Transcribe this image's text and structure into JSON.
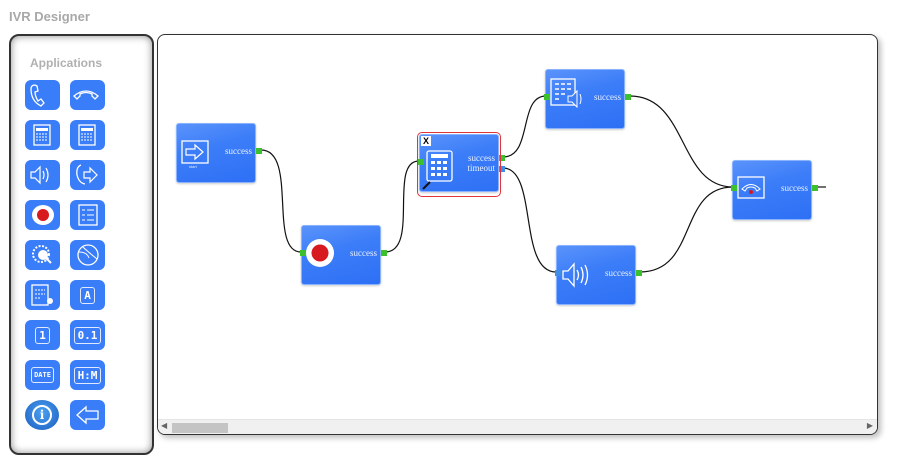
{
  "app_title": "IVR Designer",
  "palette": {
    "title": "Applications",
    "items": [
      {
        "icon": "phone-answer-icon"
      },
      {
        "icon": "phone-hangup-icon"
      },
      {
        "icon": "calculator-icon"
      },
      {
        "icon": "calculator-alt-icon"
      },
      {
        "icon": "speaker-icon"
      },
      {
        "icon": "phone-transfer-icon"
      },
      {
        "icon": "record-icon"
      },
      {
        "icon": "checklist-icon"
      },
      {
        "icon": "search-settings-icon"
      },
      {
        "icon": "globe-icon"
      },
      {
        "icon": "dtmf-menu-icon"
      },
      {
        "icon": "text-input-icon",
        "glyph": "A"
      },
      {
        "icon": "number-input-icon",
        "glyph": "1"
      },
      {
        "icon": "decimal-input-icon",
        "glyph": "0.1"
      },
      {
        "icon": "date-input-icon",
        "glyph": "DATE"
      },
      {
        "icon": "time-input-icon",
        "glyph": "H:M"
      },
      {
        "icon": "info-icon"
      },
      {
        "icon": "back-arrow-icon"
      }
    ]
  },
  "nodes": {
    "start": {
      "icon": "start-arrow-icon",
      "caption": "start",
      "outputs": [
        "success"
      ]
    },
    "record": {
      "icon": "record-icon",
      "outputs": [
        "success"
      ]
    },
    "calc": {
      "icon": "calculator-icon",
      "close": "X",
      "outputs": [
        "success",
        "timeout"
      ]
    },
    "dtmf": {
      "icon": "dtmf-menu-icon",
      "outputs": [
        "success"
      ]
    },
    "play": {
      "icon": "speaker-icon",
      "outputs": [
        "success"
      ]
    },
    "hangup": {
      "icon": "phone-hangup-icon",
      "outputs": [
        "success"
      ]
    }
  },
  "colors": {
    "node": "#3c7df8",
    "port": "#3cc02e",
    "selected": "#e0353a"
  }
}
